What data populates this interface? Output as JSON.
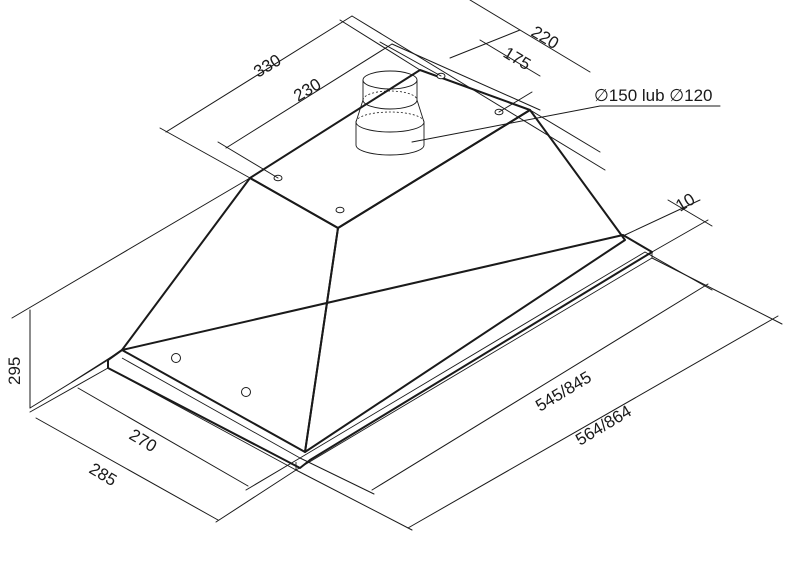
{
  "dimensions": {
    "top_depth_outer": "330",
    "top_depth_inner": "230",
    "top_width_outer": "220",
    "top_width_inner": "175",
    "duct_diameter": "∅150 lub ∅120",
    "flange_thickness": "10",
    "height": "295",
    "base_depth_inner": "270",
    "base_depth_outer": "285",
    "base_width_inner": "545/845",
    "base_width_outer": "564/864"
  }
}
